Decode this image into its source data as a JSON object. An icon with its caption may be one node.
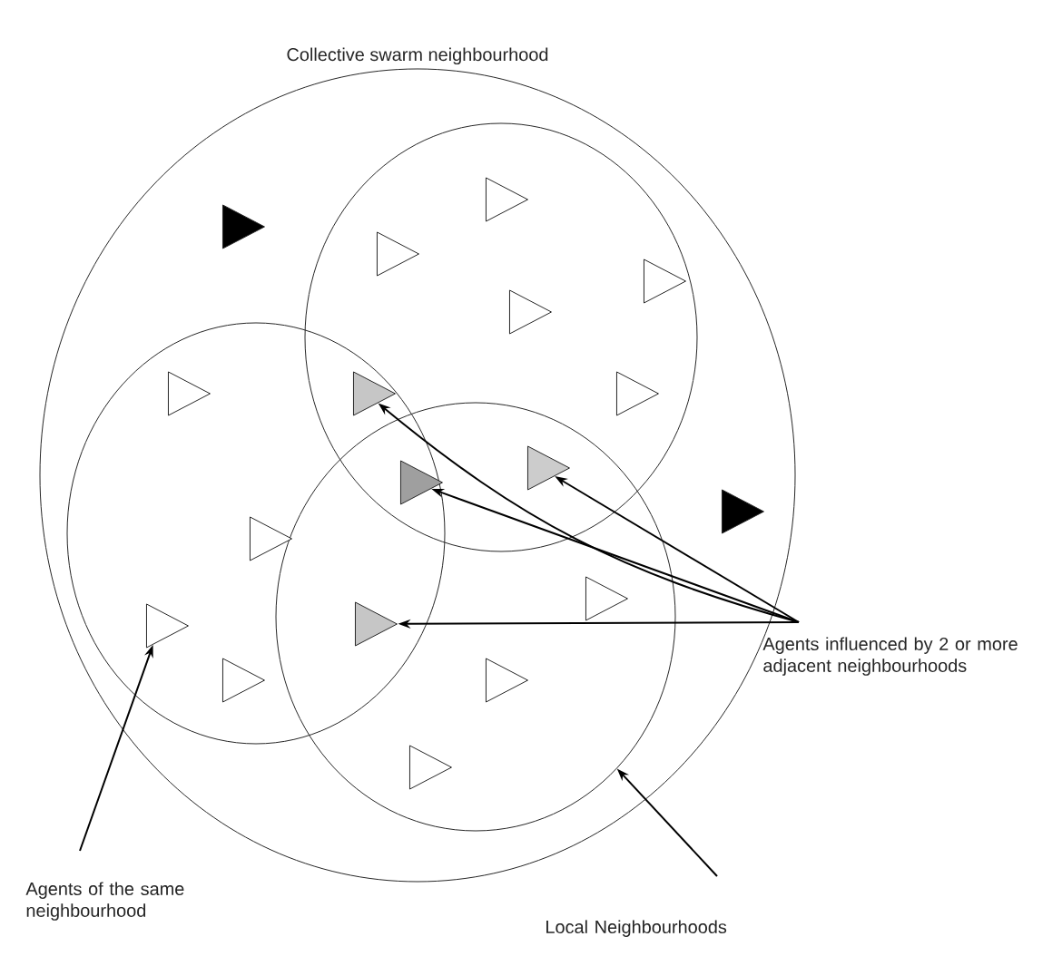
{
  "diagram": {
    "nodes": [
      {
        "text": [
          "Collective swarm neighbourhood"
        ]
      },
      {
        "text": [],
        "shape": "circle",
        "in": 0
      },
      {
        "text": [],
        "shape": "circle",
        "in": 0
      },
      {
        "text": [],
        "shape": "circle",
        "in": 0
      },
      {
        "text": [],
        "shape": "triangle",
        "in": 1
      },
      {
        "text": [],
        "shape": "triangle",
        "in": 0
      },
      {
        "text": [],
        "shape": "triangle",
        "in": 1
      },
      {
        "text": [],
        "shape": "triangle",
        "in": 1
      },
      {
        "text": [],
        "shape": "triangle",
        "in": 1
      },
      {
        "text": [],
        "shape": "triangle",
        "in": 2
      },
      {
        "text": [],
        "shape": "triangle"
      },
      {
        "text": [],
        "shape": "triangle",
        "in": 1
      },
      {
        "text": [],
        "shape": "triangle"
      },
      {
        "text": [],
        "shape": "triangle"
      },
      {
        "text": [],
        "shape": "triangle",
        "in": 0
      },
      {
        "text": [],
        "shape": "triangle",
        "in": 2
      },
      {
        "text": [],
        "shape": "triangle",
        "in": 3
      },
      {
        "text": [],
        "shape": "triangle"
      },
      {
        "text": [],
        "shape": "triangle",
        "in": 2
      },
      {
        "text": [],
        "shape": "triangle",
        "in": 2
      },
      {
        "text": [],
        "shape": "triangle",
        "in": 3
      },
      {
        "text": [],
        "shape": "triangle",
        "in": 3
      },
      {
        "text": [
          "Agents influenced by 2 or more adjacent neighbourhoods"
        ]
      },
      {
        "text": [
          "Agents of the same neighbourhood"
        ]
      },
      {
        "text": [
          "Local Neighbourhoods"
        ]
      }
    ],
    "edges": [
      {
        "from": 22,
        "to": 10,
        "arrow": "to"
      },
      {
        "from": 22,
        "to": 12,
        "arrow": "to"
      },
      {
        "from": 22,
        "to": 13,
        "arrow": "to"
      },
      {
        "from": 22,
        "to": 17,
        "arrow": "to"
      },
      {
        "from": 23,
        "to": 18,
        "arrow": "to"
      },
      {
        "from": 24,
        "to": 3,
        "arrow": "to"
      }
    ]
  }
}
